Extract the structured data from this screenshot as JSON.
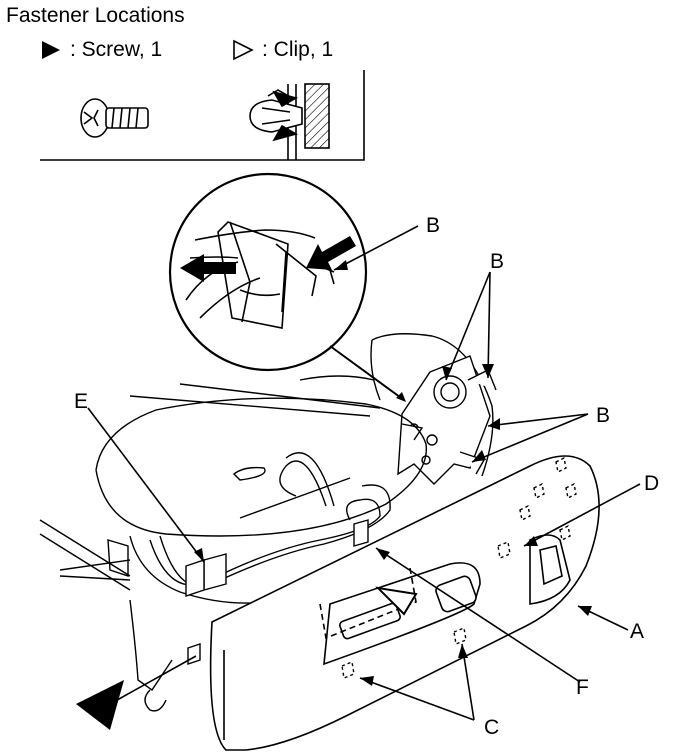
{
  "header": {
    "title": "Fastener Locations"
  },
  "legend": [
    {
      "icon": "filled-triangle-icon",
      "label": ": Screw, 1"
    },
    {
      "icon": "outline-triangle-icon",
      "label": ": Clip, 1"
    }
  ],
  "callouts": {
    "b_detail": "B",
    "b_upper": "B",
    "b_side": "B",
    "a": "A",
    "c": "C",
    "d": "D",
    "e": "E",
    "f": "F"
  }
}
